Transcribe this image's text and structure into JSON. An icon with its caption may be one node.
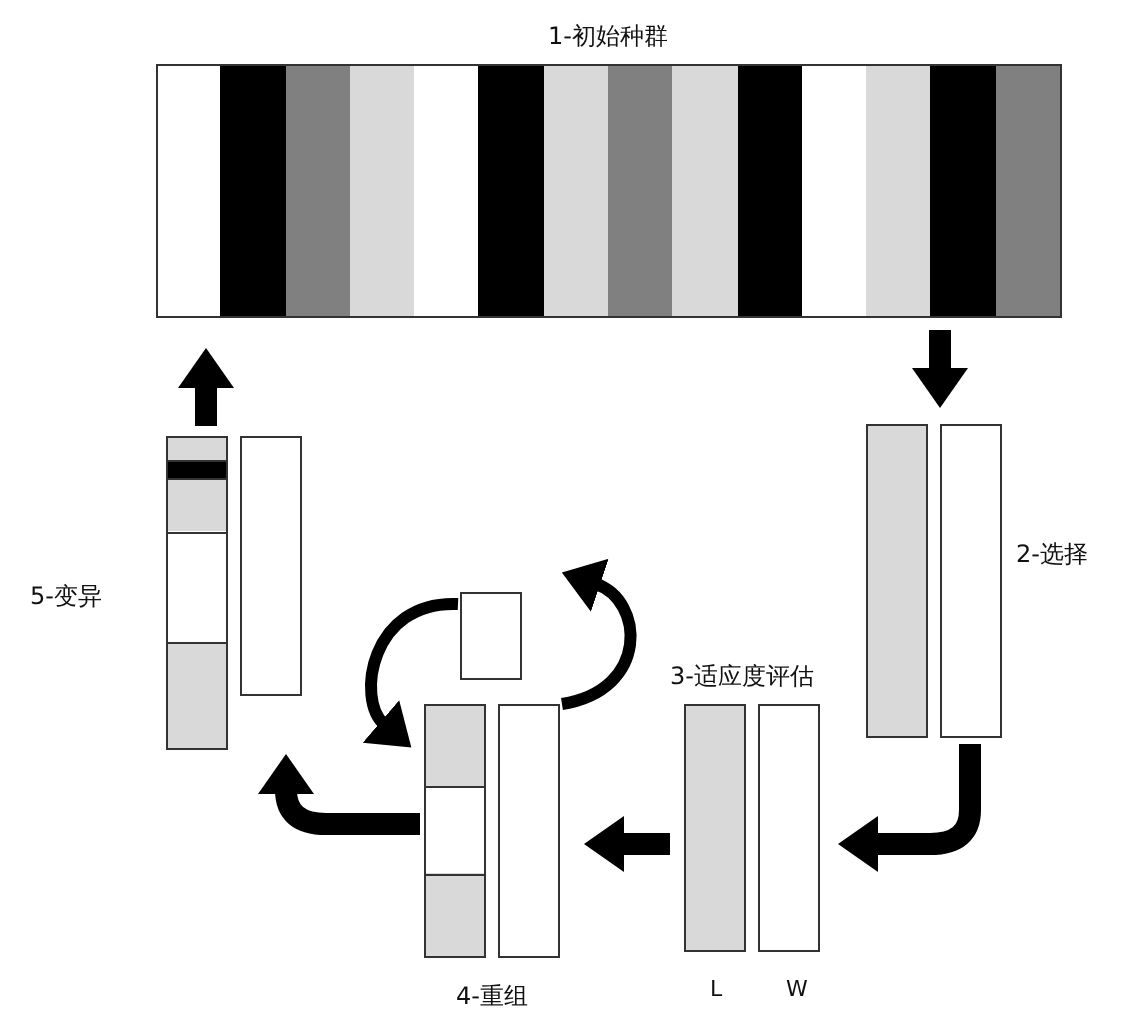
{
  "diagram": {
    "nodes": [
      {
        "text": [
          "1-初始种群"
        ]
      },
      {
        "text": [
          "2-选择"
        ]
      },
      {
        "text": [
          "3-适应度评估"
        ]
      },
      {
        "text": [
          "4-重组"
        ]
      },
      {
        "text": [
          "5-变异"
        ]
      },
      {
        "text": [],
        "shape": "box"
      }
    ],
    "edges": [
      {
        "from": 0,
        "to": 1,
        "arrow": "to"
      },
      {
        "from": 1,
        "to": 2,
        "arrow": "to"
      },
      {
        "from": 2,
        "to": 3,
        "arrow": "to"
      },
      {
        "from": 3,
        "to": 4,
        "arrow": "to"
      },
      {
        "from": 4,
        "to": 0,
        "arrow": "to"
      },
      {
        "from": 5,
        "to": 3,
        "arrow": "to"
      },
      {
        "from": 3,
        "to": 5,
        "arrow": "to"
      }
    ],
    "labels": [
      "L",
      "W"
    ]
  }
}
